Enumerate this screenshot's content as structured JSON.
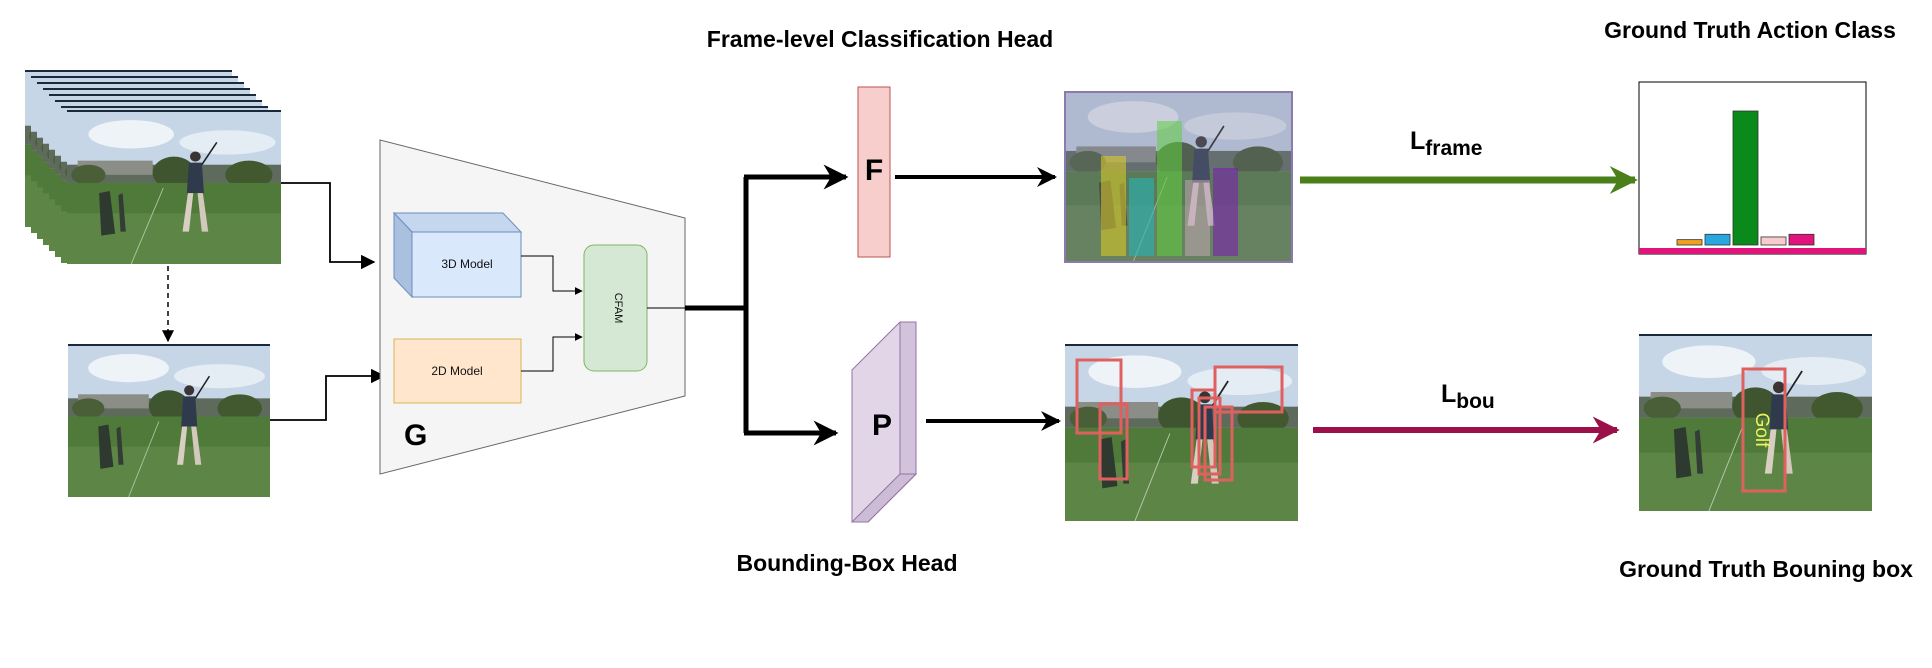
{
  "titles": {
    "frame_head": "Frame-level Classification Head",
    "bbox_head": "Bounding-Box Head",
    "gt_action": "Ground Truth Action Class",
    "gt_bbox": "Ground Truth Bouning box"
  },
  "backbone": {
    "label": "G",
    "model_3d": "3D Model",
    "model_2d": "2D Model",
    "fusion": "CFAM"
  },
  "heads": {
    "frame": "F",
    "bbox": "P"
  },
  "losses": {
    "frame": {
      "main": "L",
      "sub": "frame"
    },
    "bbox": {
      "main": "L",
      "sub": "bou"
    }
  },
  "gt_box_label": "Golf",
  "colors": {
    "frame_loss_arrow": "#4a7f1a",
    "bbox_loss_arrow": "#9b1048",
    "head_f_fill": "#f8cecc",
    "head_p_fill": "#e1d5e7",
    "model_3d_fill": "#dae8fc",
    "model_2d_fill": "#ffe6cc",
    "cfam_fill": "#d5e8d4",
    "pred_box": "#e06060"
  },
  "gt_class_chart": {
    "bars": [
      {
        "color": "#f0a020",
        "value": 0.04
      },
      {
        "color": "#2aa6e0",
        "value": 0.08
      },
      {
        "color": "#0a8a1a",
        "value": 1.0
      },
      {
        "color": "#f8cccc",
        "value": 0.06
      },
      {
        "color": "#e0147a",
        "value": 0.08
      }
    ],
    "baseline_color": "#e0147a"
  }
}
